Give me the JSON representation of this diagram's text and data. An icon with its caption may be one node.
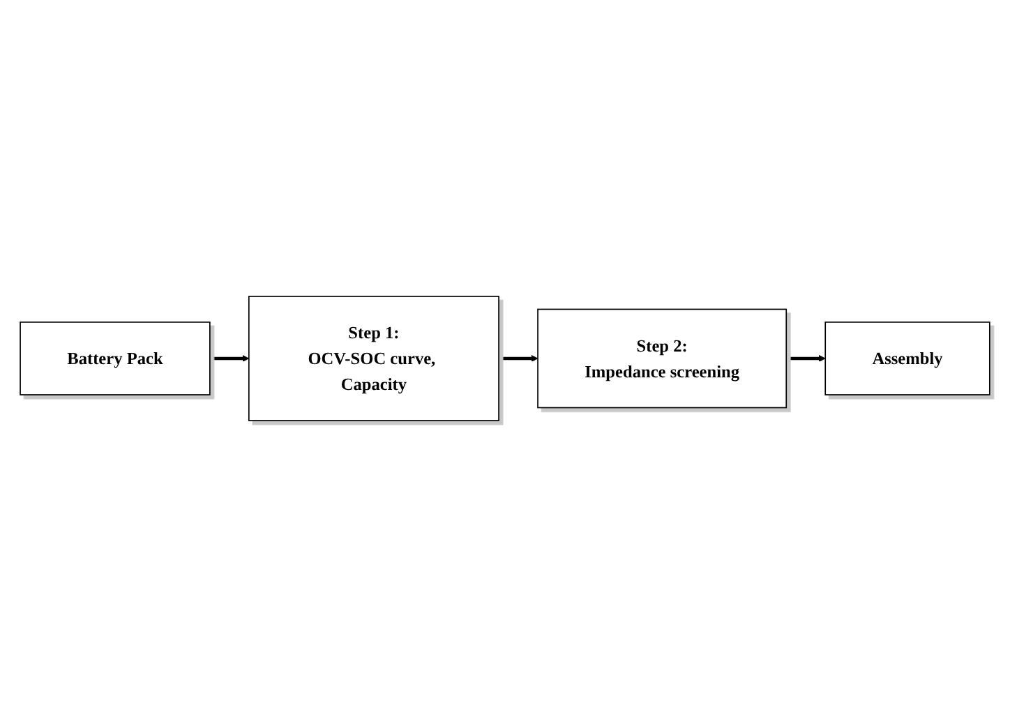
{
  "diagram": {
    "nodes": [
      {
        "text": [
          "Battery Pack"
        ]
      },
      {
        "text": [
          "Step 1:",
          "OCV-SOC curve, Capacity"
        ]
      },
      {
        "text": [
          "Step 2:",
          "Impedance screening"
        ]
      },
      {
        "text": [
          "Assembly"
        ]
      }
    ],
    "edges": [
      {
        "from": 0,
        "to": 1,
        "arrow": "to"
      },
      {
        "from": 1,
        "to": 2,
        "arrow": "to"
      },
      {
        "from": 2,
        "to": 3,
        "arrow": "to"
      }
    ]
  }
}
